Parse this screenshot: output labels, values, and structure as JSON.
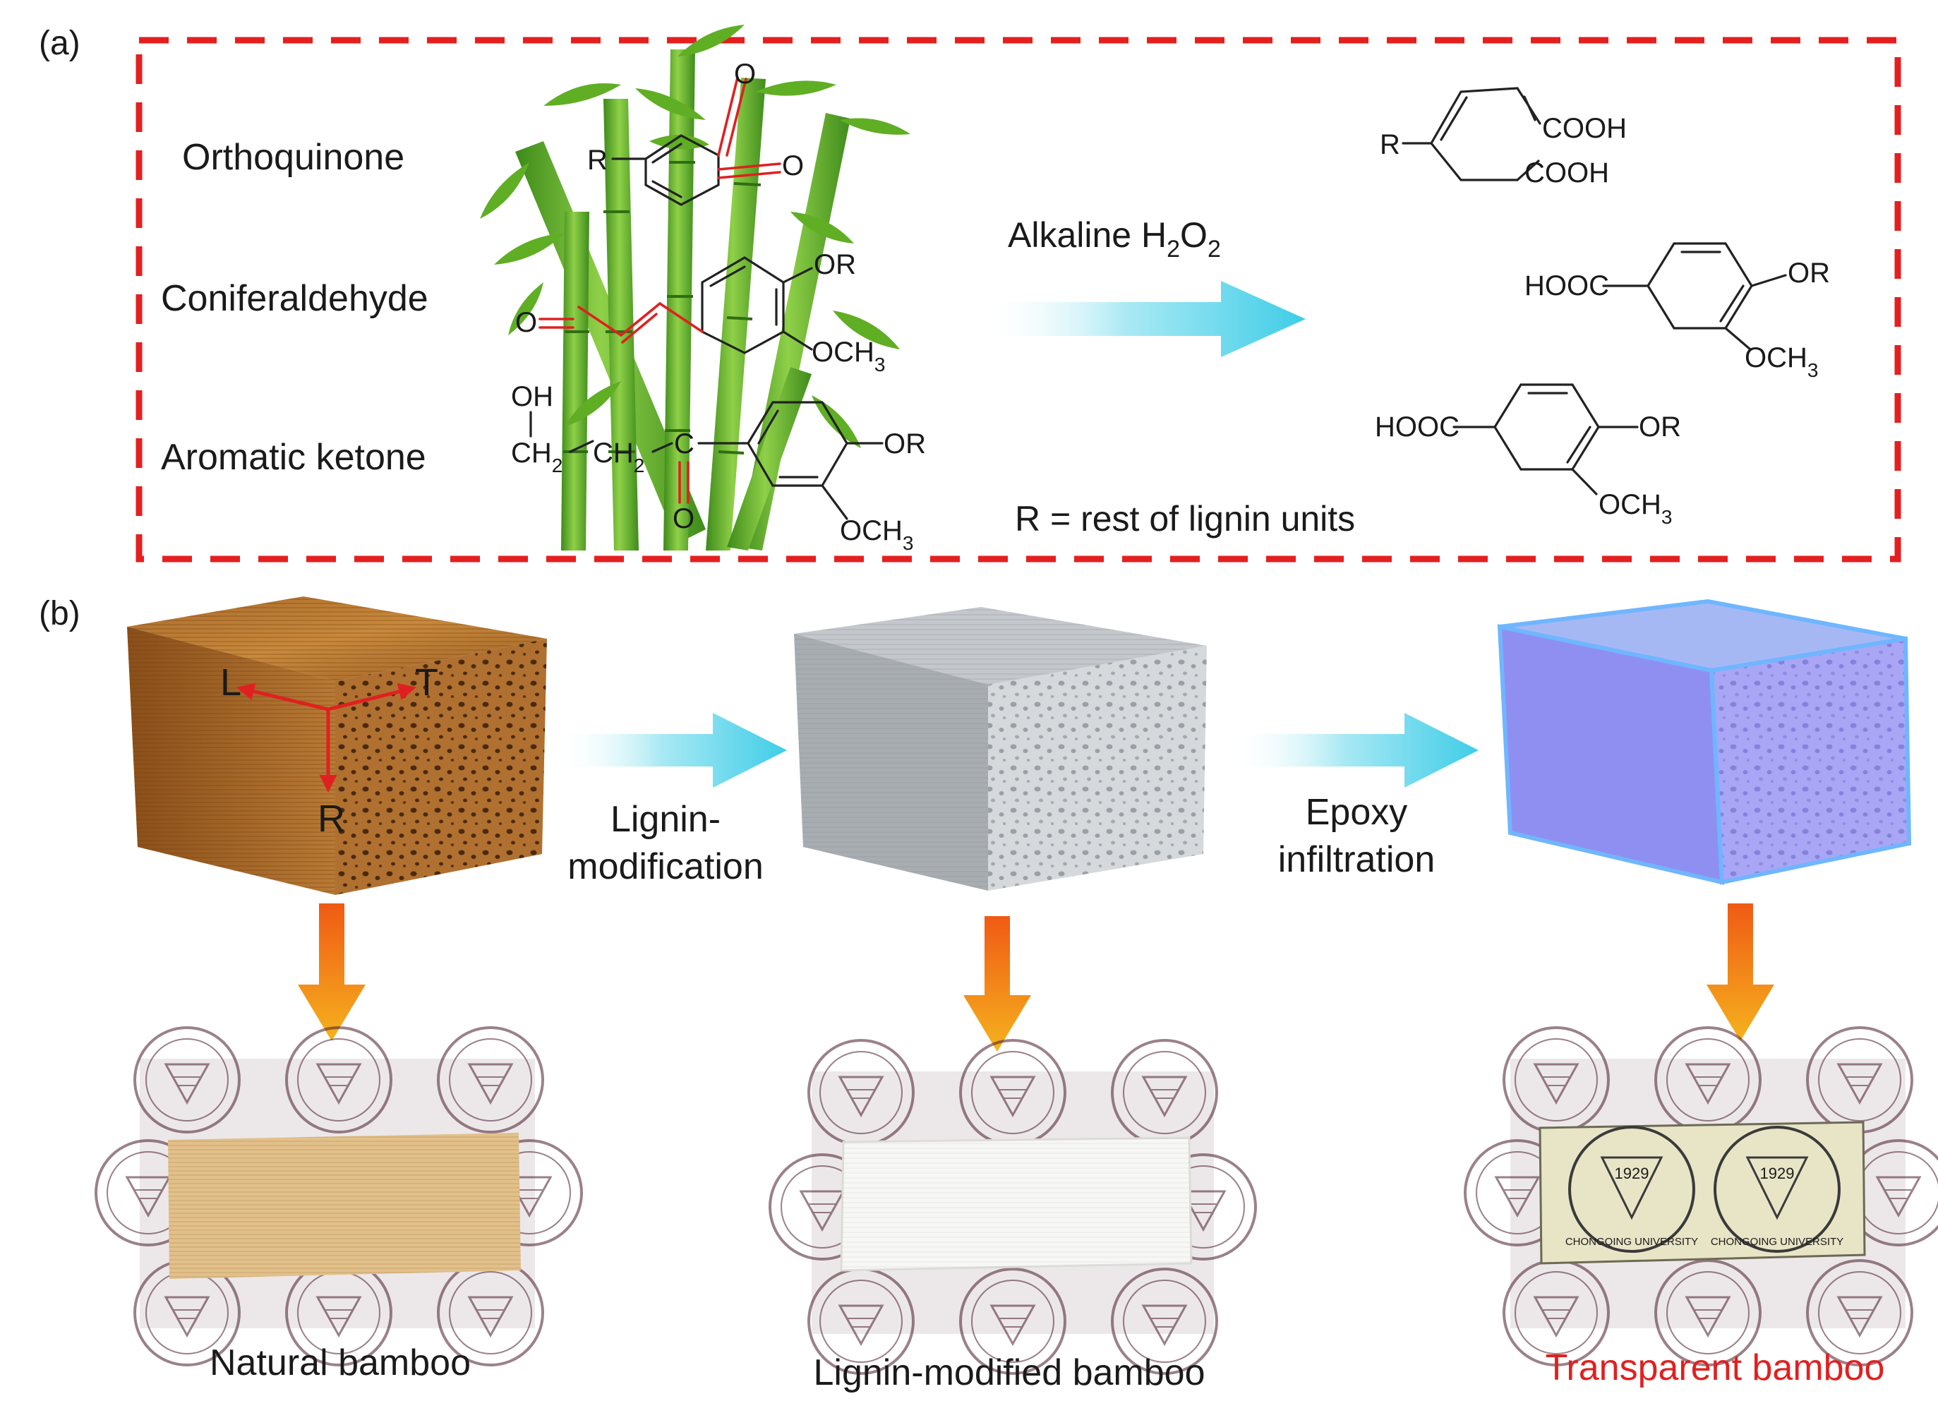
{
  "panel_a": {
    "tag": "(a)",
    "groups": [
      "Orthoquinone",
      "Coniferaldehyde",
      "Aromatic ketone"
    ],
    "reaction": {
      "reagent": "Alkaline H",
      "sub1": "2",
      "mid": "O",
      "sub2": "2"
    },
    "note": "R = rest of lignin units",
    "reactant_labels": {
      "r": "R",
      "o1": "O",
      "o2": "O",
      "or1": "OR",
      "och3_1": "OCH",
      "och3_1_sub": "3",
      "o3": "O",
      "oh": "OH",
      "ch2a": "CH",
      "ch2a_sub": "2",
      "ch2b": "CH",
      "ch2b_sub": "2",
      "c": "C",
      "or2": "OR",
      "och3_2": "OCH",
      "och3_2_sub": "3",
      "o4": "O"
    },
    "product_labels": {
      "r": "R",
      "cooh1": "COOH",
      "cooh2": "COOH",
      "hooc1": "HOOC",
      "or1": "OR",
      "och3_1": "OCH",
      "och3_1_sub": "3",
      "hooc2": "HOOC",
      "or2": "OR",
      "och3_2": "OCH",
      "och3_2_sub": "3"
    },
    "colors": {
      "border": "#e41f1f",
      "arrow": "#52d4ea",
      "highlight": "#e02020",
      "bamboo": "#6fb92c"
    }
  },
  "panel_b": {
    "tag": "(b)",
    "axes": {
      "l": "L",
      "t": "T",
      "r": "R"
    },
    "steps": [
      {
        "line1": "Lignin-",
        "line2": "modification"
      },
      {
        "line1": "Epoxy",
        "line2": "infiltration"
      }
    ],
    "captions": [
      "Natural bamboo",
      "Lignin-modified bamboo",
      "Transparent bamboo"
    ],
    "seal_text": "CHONGQING UNIVERSITY",
    "seal_year": "1929",
    "colors": {
      "natural": "#b8762e",
      "modified": "#b9bdc2",
      "transparent": "#8f8ff2",
      "down_arrow": "#f0961a",
      "transparent_caption": "#e02020"
    }
  }
}
